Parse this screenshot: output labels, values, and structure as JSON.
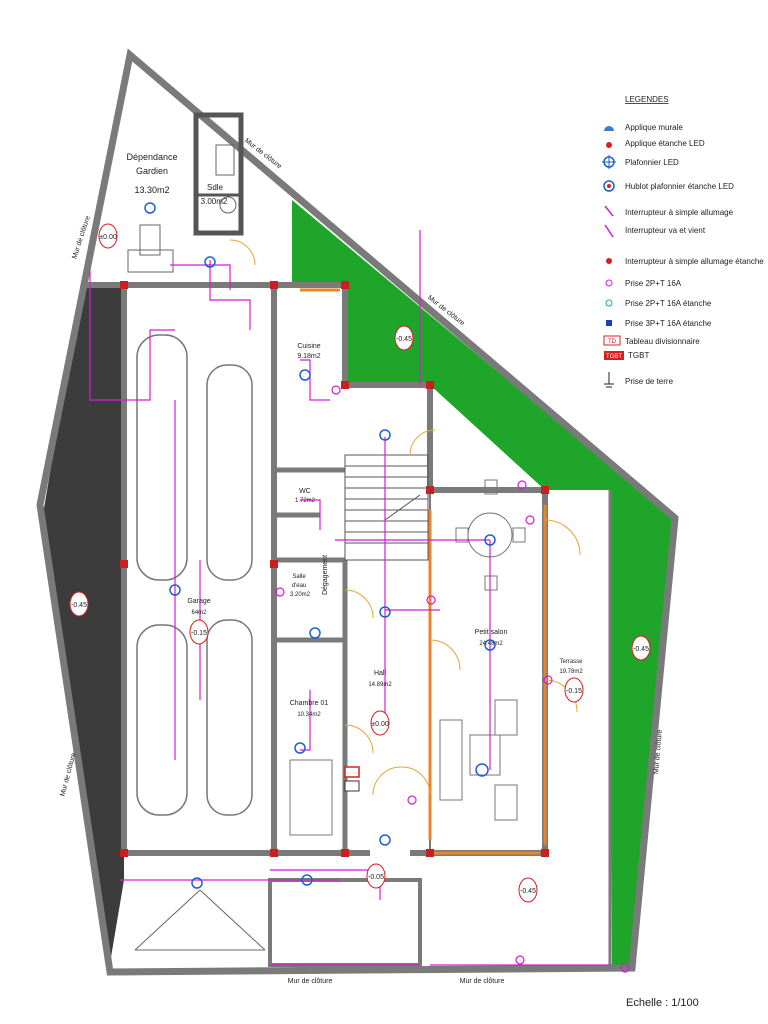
{
  "rooms": {
    "dependance": {
      "name_line1": "Dépendance",
      "name_line2": "Gardien",
      "area": "13.30m2"
    },
    "sdle": {
      "name": "Sdle",
      "area": "3.00m2"
    },
    "cuisine": {
      "name": "Cuisine",
      "area": "9.18m2"
    },
    "wc": {
      "name": "WC",
      "area": "1.72m2"
    },
    "salle_eau": {
      "name_line1": "Salle",
      "name_line2": "d'eau",
      "area": "3.20m2"
    },
    "degagement": {
      "name": "Dégagement"
    },
    "garage": {
      "name": "Garage",
      "area": "64m2"
    },
    "chambre": {
      "name": "Chambre 01",
      "area": "10.34m2"
    },
    "hall": {
      "name": "Hall",
      "area": "14.89m2"
    },
    "petit_salon": {
      "name": "Petit salon",
      "area": "24.48m2"
    },
    "terrasse": {
      "name": "Terrasse",
      "area": "19.78m2"
    }
  },
  "levels": [
    "±0.00",
    "-0.45",
    "-0.45",
    "-0.15",
    "±0.00",
    "-0.05",
    "-0.45",
    "-0.45",
    "-0.15"
  ],
  "fence_label": "Mur de clôture",
  "legend": {
    "title": "LEGENDES",
    "items": [
      {
        "label": "Applique murale",
        "icon": "wall-light-icon",
        "color": "#3a7bd5"
      },
      {
        "label": "Applique étanche LED",
        "icon": "waterproof-wall-light-icon",
        "color": "#d62020"
      },
      {
        "label": "Plafonnier LED",
        "icon": "ceiling-light-icon",
        "color": "#1f5fd0"
      },
      {
        "label": "Hublot plafonnier étanche LED",
        "icon": "porthole-light-icon",
        "color": "#d62020"
      },
      {
        "label": "Interrupteur à simple allumage",
        "icon": "single-switch-icon",
        "color": "#d81bd8"
      },
      {
        "label": "Interrupteur va et vient",
        "icon": "two-way-switch-icon",
        "color": "#d81bd8"
      },
      {
        "label": "Interrupteur à simple allumage étanche",
        "icon": "waterproof-switch-icon",
        "color": "#d62020"
      },
      {
        "label": "Prise 2P+T 16A",
        "icon": "socket-icon",
        "color": "#d81bd8"
      },
      {
        "label": "Prise 2P+T 16A étanche",
        "icon": "waterproof-socket-icon",
        "color": "#18a6c9"
      },
      {
        "label": "Prise 3P+T 16A étanche",
        "icon": "three-phase-socket-icon",
        "color": "#1f3fb0"
      },
      {
        "label": "Tableau divisionnaire",
        "icon": "sub-panel-icon",
        "code": "TD",
        "color": "#d62020"
      },
      {
        "label": "TGBT",
        "icon": "main-panel-icon",
        "code": "TGBT",
        "color": "#d62020"
      },
      {
        "label": "Prise de terre",
        "icon": "ground-icon",
        "color": "#222222"
      }
    ]
  },
  "scale": "Echelle : 1/100",
  "colors": {
    "wall": "#7a7a7a",
    "lawn": "#1fa52a",
    "paving": "#3c3c3c",
    "wiring": "#d81bd8",
    "light": "#1f5fd0",
    "door_swing": "#e8a23a"
  }
}
